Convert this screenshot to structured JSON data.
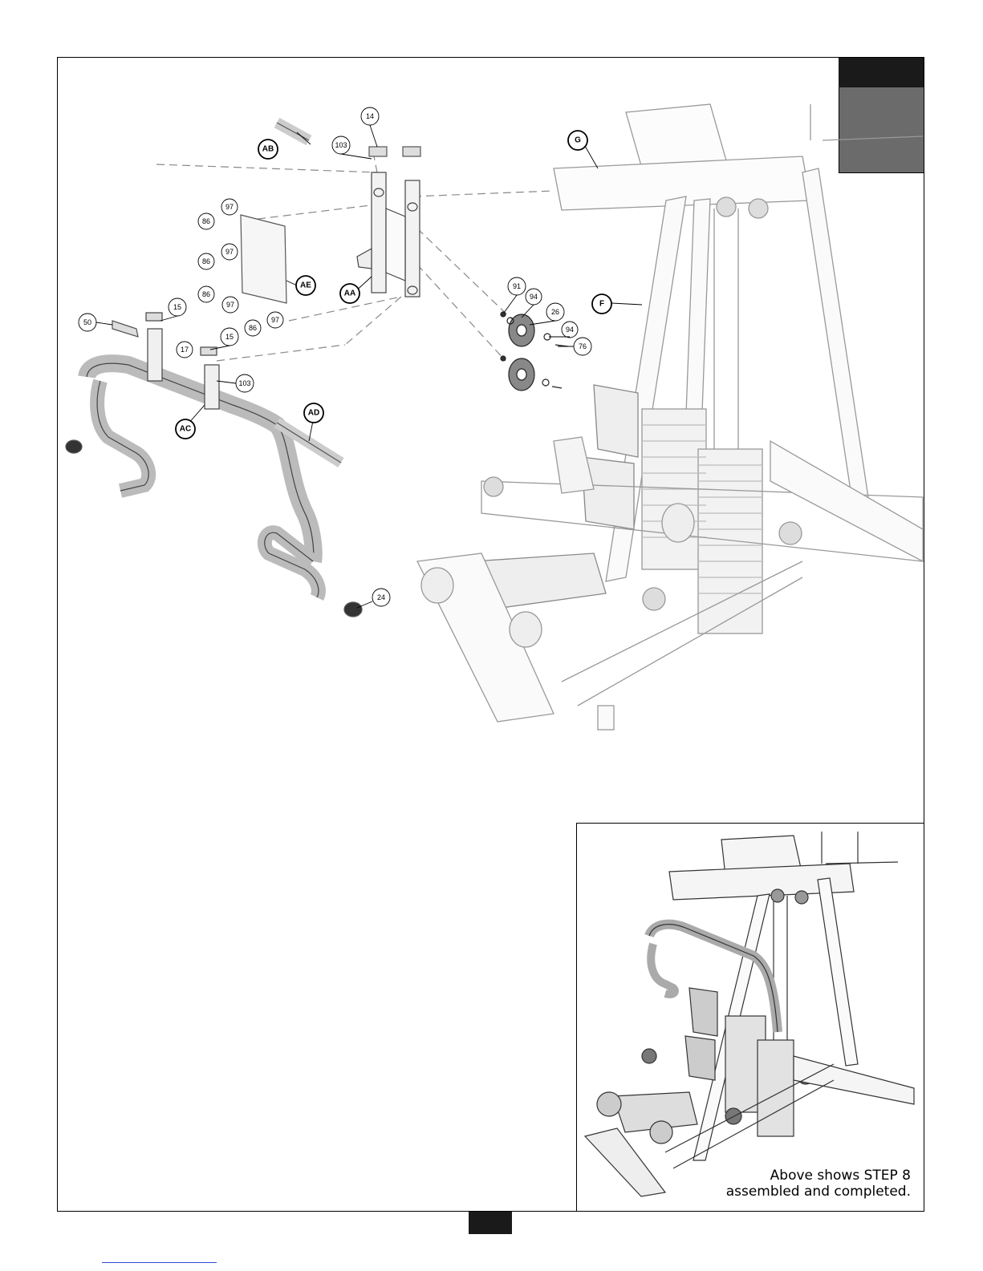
{
  "callouts": {
    "c14": "14",
    "c103a": "103",
    "c103b": "103",
    "c97a": "97",
    "c97b": "97",
    "c97c": "97",
    "c97d": "97",
    "c86a": "86",
    "c86b": "86",
    "c86c": "86",
    "c86d": "86",
    "c15a": "15",
    "c15b": "15",
    "c17": "17",
    "c50": "50",
    "c24": "24",
    "c91": "91",
    "c94a": "94",
    "c94b": "94",
    "c26": "26",
    "c76": "76"
  },
  "parts": {
    "AB": "AB",
    "AE": "AE",
    "AA": "AA",
    "AC": "AC",
    "AD": "AD",
    "G": "G",
    "F": "F"
  },
  "inset": {
    "caption_line1": "Above shows STEP 8",
    "caption_line2": "assembled and completed."
  }
}
